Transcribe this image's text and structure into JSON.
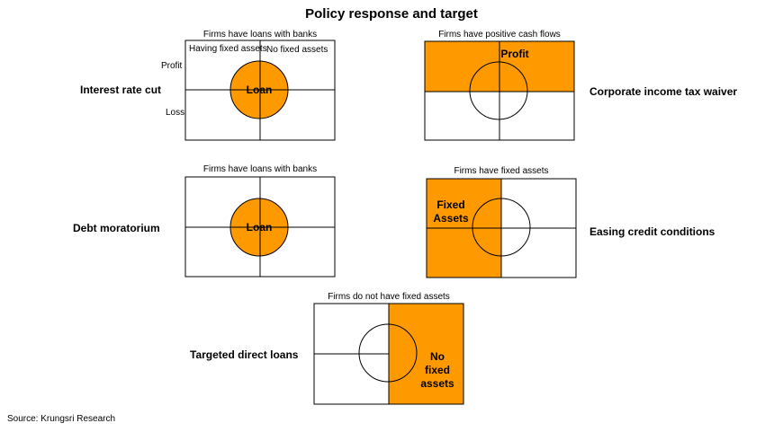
{
  "title": "Policy response and target",
  "colors": {
    "fill": "#ff9900",
    "stroke": "#000000"
  },
  "panels": [
    {
      "id": "interest-rate-cut",
      "policy": "Interest rate cut",
      "caption": "Firms have loans with banks",
      "quadrant_labels": {
        "top_left": "Having fixed assets",
        "top_right": "No fixed assets"
      },
      "axis_labels": {
        "upper": "Profit",
        "lower": "Loss"
      },
      "highlight": "circle",
      "inner_label": "Loan"
    },
    {
      "id": "corporate-income-tax-waiver",
      "policy": "Corporate income tax waiver",
      "caption": "Firms have positive cash flows",
      "highlight": "top-half",
      "inner_label": "Profit"
    },
    {
      "id": "debt-moratorium",
      "policy": "Debt moratorium",
      "caption": "Firms have loans with banks",
      "highlight": "circle",
      "inner_label": "Loan"
    },
    {
      "id": "easing-credit-conditions",
      "policy": "Easing credit conditions",
      "caption": "Firms have fixed assets",
      "highlight": "left-half",
      "inner_label_lines": [
        "Fixed",
        "Assets"
      ]
    },
    {
      "id": "targeted-direct-loans",
      "policy": "Targeted direct loans",
      "caption": "Firms do not have fixed assets",
      "highlight": "right-half",
      "inner_label_lines": [
        "No",
        "fixed",
        "assets"
      ]
    }
  ],
  "source": "Source: Krungsri Research"
}
